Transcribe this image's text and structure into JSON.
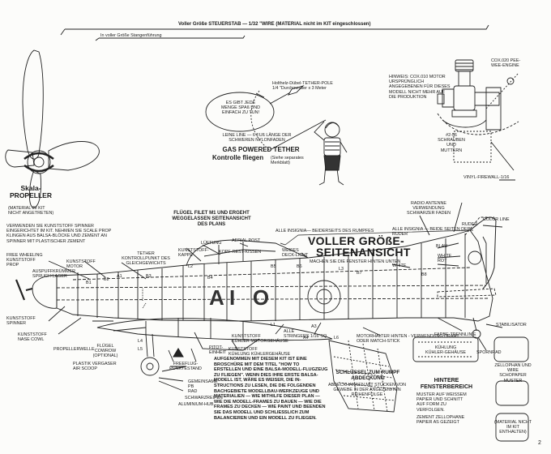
{
  "pushrod": {
    "title": "Voller Größe STEUERSTAB",
    "spec": "— 1/32 \"WIRE (MATERIAL nicht im KIT eingeschlossen)",
    "guide_note": "In voller Größe Stangenführung"
  },
  "propeller": {
    "title": "Skala-\nPROPELLER",
    "note": "(MATERIAL IM KIT\nNICHT ANGETRETEN)"
  },
  "tether_scene": {
    "speech": "ES GIBT JEDE\nMENGE SPAß UND\nEINFACH ZU TUN!",
    "pole_note": "Holthelz-Dübel-TETHER-POLE\n1/4 \"Durchmesser x 3 Meter",
    "line_note": "LEINE LINE — 6 FUß LÄNGE DER\nSCHWEREN NYLONFADEN",
    "heading_line1": "GAS POWERED TETHER",
    "heading_line2": "Kontrolle fliegen",
    "heading_note": "(Siehe separates\nMerkblatt)"
  },
  "engine": {
    "model": "COX.020 PEE-\nWEE-ENGINE",
    "hint": "HINWEIS: COX.010 MOTOR\nURSPRÜNGLICH\nANGEGEBENEN FÜR DIESES\nMODELL NICHT MEHR AUF\nDIE PRODUKTION",
    "screws": "#2-56\nSCHRAUBEN\nUND\nMUTTERN",
    "firewall": "VINYL-FIREWALL-1/16"
  },
  "spinner_note": "VERWENDEN SIE KUNSTSTOFF SPINNER\nEINGERICHTET IM KIT. NEHMEN SIE SCALE PROP\nKLINGEN AUS BALSA-BLÖCKE UND ZEMENT AN\nSPINNER MIT PLASTISCHER ZEMENT",
  "fillet_note": "FLÜGEL FILET M1 UND ERGEHT\nWEGGELASSEN SEITENANSICHT\nDES PLANS",
  "side_view": {
    "title_line1": "VOLLER GRÖßE-",
    "title_line2": "SEITENANSICHT",
    "window_note": "MACHEN SIE DIE FENSTER HINTEN UNTEN",
    "fuselage_letters": "A I   O",
    "insignia_note": "ALLE INSIGNIA— BEIDERSEITS DES RUMPFES",
    "insignia_rudder": "ALLE INSIGNIA — BEIDE SEITEN DER\nRUDER",
    "antenna": "RADIO ANTENNE\nVERWENDUNG\nSCHWARZER FADEN",
    "rudder": "RUDER",
    "color_line": "COLOR LINE",
    "blue": "BLAU",
    "white_red": "WHITE\nROT",
    "white": "WHITE",
    "stabilizer": "STABILISATOR",
    "tail_wheel": "SPORNRAD",
    "trim_line": "FARBE-TRENNLINIE",
    "motor_line": "MOTORHALTER HINTEN - VERWENDUNG DRAHT\nODER MATCH-STICK",
    "stringers": "ALLE\nSTRINGERS 1/16\"SQ.",
    "aerial_post": "AERIAL POST",
    "cockpit_cushion": "KOPF-REST-KISSEN",
    "white_cockpit": "WEIßES\nDECK-LICHT",
    "canopy": "KUNSTSTOFF-\nKAPPE",
    "vent": "LÜFTUNG",
    "tether_point": "TETHER\nKONTROLLPUNKT DES\nGLEICHGEWICHTS",
    "freewheel": "FREE WHEELING\nKUNSTSTOFF\nPROP",
    "exhaust": "AUSPUFFKRÜMMER\nSPRUCH-LAGER",
    "plastic_motor": "KUNSTSTOFF\nMOTOR",
    "spinner": "KUNSTSTOFF\nSPINNER",
    "nose_cowl": "KUNSTSTOFF\nNASE COWL",
    "prop_shaft": "PROPELLERWELLE",
    "wing_skin": "FLÜGEL\nCOWROW\n(OPTIONAL)",
    "air_scoop": "PLASTIK VERGASER\nAIR SCOOP",
    "free_flight": "FREEFLUG-\nPUNKTESTAND",
    "pitot": "PITOT-\nEINHEIT",
    "radiator_fairing": "KUNSTSTOFF\nKÜHLUNG KÜHLERGEHÄUSE",
    "radiator_housing": "KUNSTSTOFF\nKÜHLER MOTORGEHÄUSE",
    "common": "GEMEINSAME\nPB",
    "wheel": "RAD",
    "black_tire": "SCHWARZREIFEN",
    "hub": "ALUMINIUM-HUB",
    "station_letters": [
      "B1",
      "B2",
      "A1",
      "B3",
      "L2",
      "B4",
      "B5",
      "B6",
      "L3",
      "B7",
      "B8",
      "L1",
      "L4",
      "L5",
      "A4",
      "A3",
      "L6"
    ]
  },
  "instructions": "AUFGENOMMEN MIT DIESEM KIT IST EINE\nBROSCHÜRE MIT DEM TITEL \"HOW TO\nERSTELLEN UND EINE BALSA-MODELL-FLUGZEUG\nZU FLIEGEN\". WENN DIES IHRE ERSTE BALSA-\nMODELL IST, WÄRE ES WEISER, DIE IN-\nSTRUCTIONS ZU LESEN, DIE DIE FOLGENDEN\nBACHGEBIETE MODELLBAU-WERKZEUGE UND\nMATERIALIEN — WIE MITHILFE DIESER PLAN —\nWIE DIE MODELL-FRAMES ZU BAUEN — WIE DIE\nFRAMES ZU DECKEN — WIE PAINT UND BEENDEN\nSIE DAS MODELL UND SCHLIESSLICH ZUM\nBALANCIEREN UND EIN MODELL ZU FLIEGEN.",
  "scoop_cover": {
    "title": "SCHLÜSSEL ZUM RUMPF\nABDECKUNG",
    "note": "ABDECKHANNEN MIT STÜCKEN VON\nGEWEBE IN DER ANGEZEIGTEN\nREIHENFOLGE"
  },
  "rear_window": {
    "title": "HINTERE\nFENSTERBEREICH",
    "note": "MUSTER AUF WEISSEM\nPAPIER UND SCHNITT\nAUF FORM ZU\nVERFOLGEN.",
    "note2": "ZEMENT ZELLOPHANE\nPAPIER AS GEZEIGT",
    "side_label": "KÜHLUNG\nKÜHLER-GEHÄUSE"
  },
  "cellophane": {
    "title": "ZELLOPHAN UND\nWIRE\nSCHOPAPER\nMUSTER",
    "note": "(MATERIAL NICHT\nIM KIT\nENTHALTEN)"
  },
  "page_number": "2"
}
